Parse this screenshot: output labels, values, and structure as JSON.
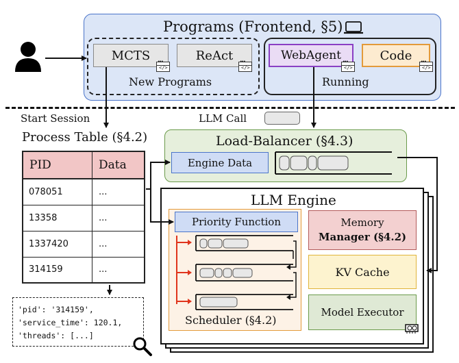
{
  "programs": {
    "title": "Programs (Frontend, §5)",
    "new_programs": {
      "label": "New Programs",
      "items": [
        "MCTS",
        "ReAct"
      ]
    },
    "running": {
      "label": "Running",
      "items": [
        "WebAgent",
        "Code"
      ]
    }
  },
  "start_session": "Start Session",
  "llm_call": "LLM Call",
  "process_table": {
    "title": "Process Table (§4.2)",
    "headers": [
      "PID",
      "Data"
    ],
    "rows": [
      [
        "078051",
        "..."
      ],
      [
        "13358",
        "..."
      ],
      [
        "1337420",
        "..."
      ],
      [
        "314159",
        "..."
      ]
    ]
  },
  "json_popup": {
    "lines": [
      "'pid': '314159',",
      "'service_time': 120.1,",
      "'threads': [...]"
    ]
  },
  "load_balancer": {
    "title": "Load-Balancer (§4.3)",
    "engine_data": "Engine Data"
  },
  "llm_engine": {
    "title": "LLM Engine",
    "priority_function": "Priority Function",
    "scheduler": "Scheduler (§4.2)",
    "memory_manager": [
      "Memory",
      "Manager (§4.2)"
    ],
    "kv_cache": "KV Cache",
    "model_executor": "Model Executor"
  },
  "colors": {
    "frontend_fill": "#dce6f7",
    "frontend_border": "#4a74c9",
    "lb_fill": "#e6efdc",
    "lb_border": "#6a9a4a",
    "pid_header": "#f2c6c6",
    "blue_box": "#cfdcf5",
    "purple": "#8a3fc4",
    "purple_fill": "#eadcf5",
    "orange": "#e39a3a",
    "orange_fill": "#fdebd0",
    "red_arrow": "#e0341c",
    "scheduler_fill": "#fdf2e6",
    "memory_fill": "#f3d0d0",
    "kv_fill": "#fdf3cf",
    "exec_fill": "#dfe9d5"
  }
}
